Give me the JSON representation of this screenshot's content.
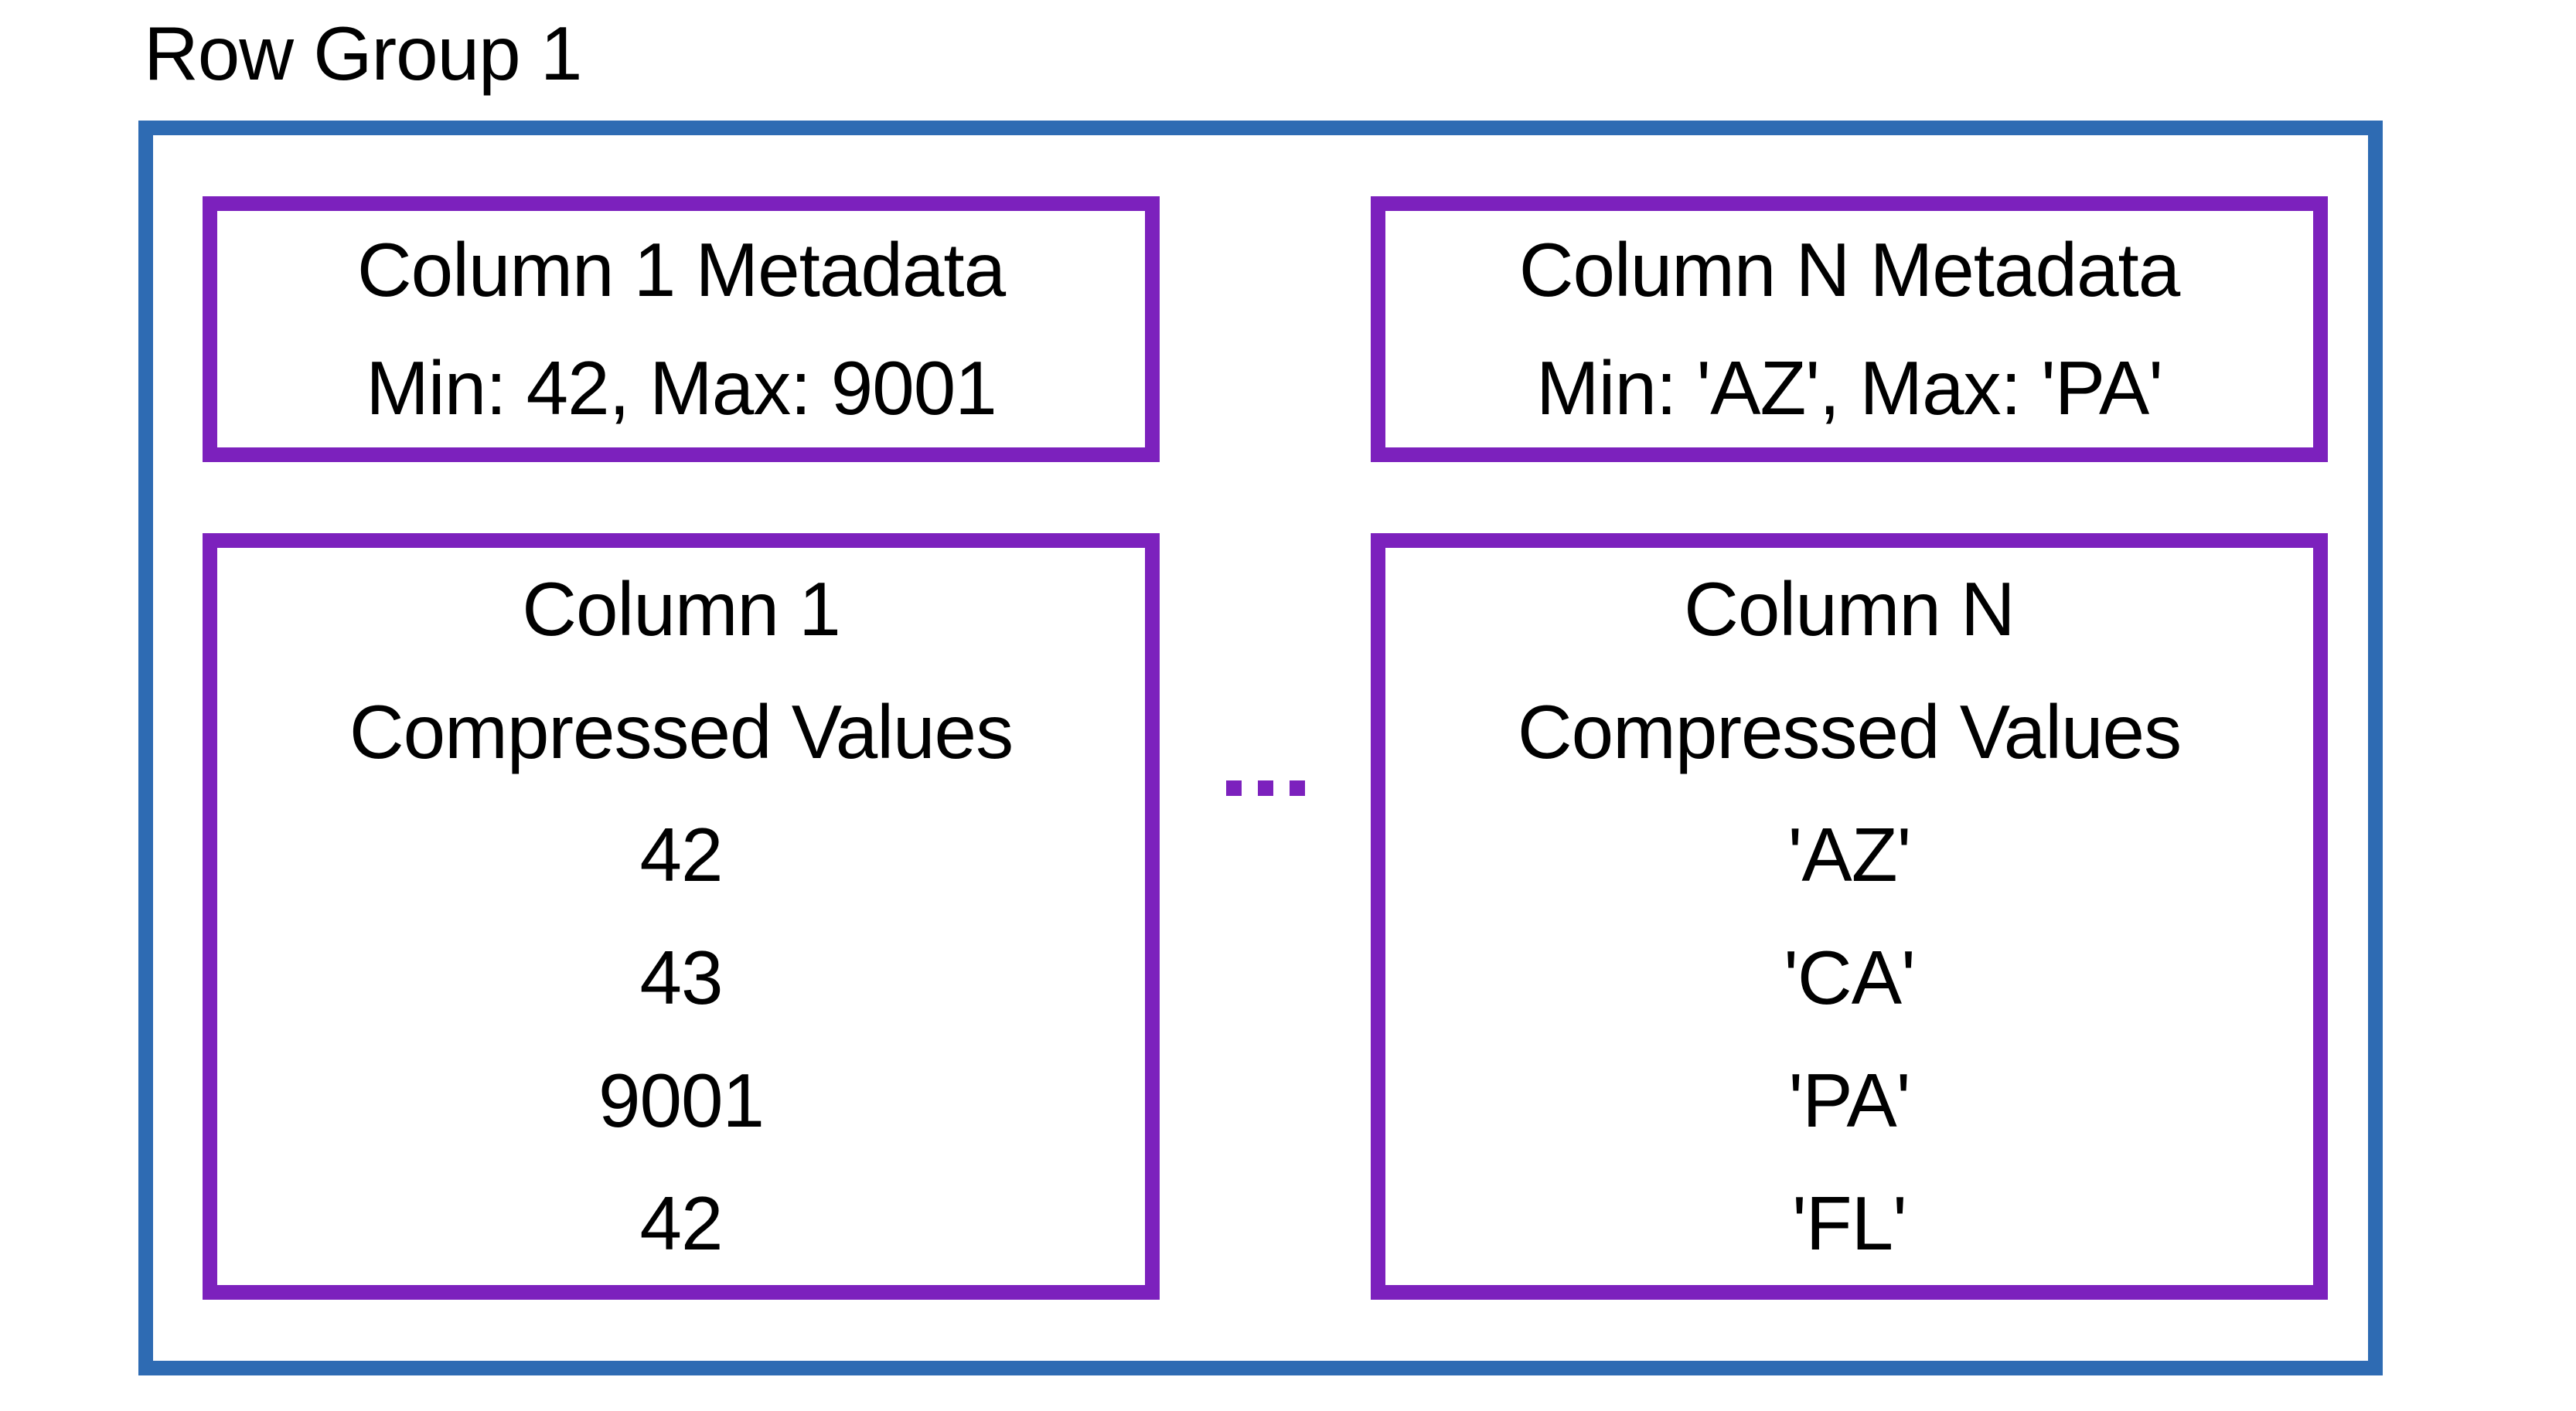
{
  "diagram": {
    "title": "Row Group 1",
    "colors": {
      "outer_border": "#2e6bb3",
      "box_border": "#7c21bd",
      "text": "#000000",
      "background": "#ffffff"
    },
    "ellipsis_icon": "...",
    "columns": [
      {
        "metadata": {
          "title": "Column 1 Metadata",
          "stats": "Min: 42, Max: 9001"
        },
        "values": {
          "title_line1": "Column 1",
          "title_line2": "Compressed Values",
          "items": [
            "42",
            "43",
            "9001",
            "42"
          ]
        }
      },
      {
        "metadata": {
          "title": "Column N Metadata",
          "stats": "Min: 'AZ', Max: 'PA'"
        },
        "values": {
          "title_line1": "Column N",
          "title_line2": "Compressed Values",
          "items": [
            "'AZ'",
            "'CA'",
            "'PA'",
            "'FL'"
          ]
        }
      }
    ]
  }
}
